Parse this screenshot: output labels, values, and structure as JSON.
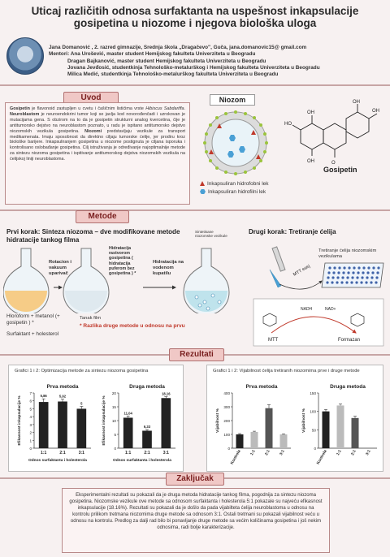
{
  "title": "Uticaj različitih odnosa surfaktanta na uspešnost inkapsulacije gosipetina u niozome i njegova biološka uloga",
  "authors": {
    "line1": "Jana Domanović , 2. razred gimnazije, Srednja škola „Dragačevo\", Guča, jana.domanovic15@ gmail.com",
    "line2": "Mentori: Ana Urošević, master student Hemijskog fakulteta Univerziteta u Beogradu",
    "line3": "Dragan Bajkanović,  master student Hemijskog fakulteta Univerziteta u Beogradu",
    "line4": "Jovana Jevđosić, studentkinja Tehnološko-metalurškog i Hemijskog fakulteta Univerziteta u Beogradu",
    "line5": "Milica Medić, studentkinja Tehnološko-metalurškog fakulteta Univerziteta u Beogradu"
  },
  "sections": {
    "uvod": "Uvod",
    "metode": "Metode",
    "rezultati": "Rezultati",
    "zakljucak": "Zaključak"
  },
  "intro": {
    "p1_a": "Gosipetin",
    "p1_b": " je flavonoid zastupljen u cvetu i čašičnim listićima vrste ",
    "p1_c": "Hibiscus Sabdariffa",
    "p1_d": ". ",
    "p1_e": "Neuroblastom",
    "p1_f": " je neuroendokrini tumor koji se javlja kod novorođenčadi i uzrokovan je mutacijama gena. S obzirom na to da je gosipetin strukturni analog kvercetina, čije je antitumorsko dejstvo na neuroblastom poznato, u radu je ispitano antitumorsko dejstvo niozomskih vezikula gosipetina. ",
    "p1_g": "Niozomi",
    "p1_h": " predstavljaju vezikule za transport medikamenata. Imaju sposobnost da direktno ciljaju tumorske ćelije, jer prodiru kroz biološke barijere. Inkapsuliranjem gosipetina u niozome postignuta je ciljana isporuka i kontrolisano oslobađanje gosipetina. Cilj istraživanja je određivanje najoptimalnije metode za sintezu niozoma gosipetina i ispitivanje antitumorskog dejstva niozomskih vezikula na ćelijskoj liniji neuroblastoma."
  },
  "niozom": {
    "label": "Niozom",
    "compound": "Gosipetin",
    "legend_lipophilic": "Inkapsuliran hidrofobni lek",
    "legend_hydrophilic": "Inkapsuliran hidrofilni lek",
    "oh": "OH",
    "o": "O",
    "ho": "HO"
  },
  "methods": {
    "step1_title": "Prvi korak: Sinteza niozoma – dve modifikovane metode hidratacije tankog filma",
    "step2_title": "Drugi korak: Tretiranje ćelija",
    "rotacion": "Rotacion i vakuum uparivač",
    "hydration_label": "Hidratacija rastvorom gosipetina ( hidratacija puferom bez gosipetina ) *",
    "water_bath": "Hidratacija na vodenom kupatilu",
    "synth": "Sintetisane niozomske vezikule",
    "chloroform": "Hloroform + metanol (+ gosipetin ) *",
    "surfactant": "Surfaktant + holesterol",
    "thin_film": "Tanak film",
    "note": "* Razlika druge metode u odnosu na prvu",
    "treated": "Tretiranje ćelija niozomskim vezikulama",
    "mtt_test": "MTT esej",
    "mtt": "MTT",
    "formazan": "Formazan",
    "nadh": "NADH",
    "nad": "NAD+"
  },
  "results": {
    "left_head": "Grafici 1 i 2: Optimizacija metode za sintezu  niozoma gosipetina",
    "right_head": "Grafici 1 i 2: Vijabilnost ćelija tretiranih niozomima prve i druge metode"
  },
  "chart_data": [
    {
      "type": "bar",
      "title": "Prva metoda",
      "categories": [
        "1:1",
        "2:1",
        "3:1"
      ],
      "values": [
        5.86,
        5.92,
        5.0
      ],
      "value_labels": [
        "5,86",
        "5,92",
        "5"
      ],
      "errors": [
        0.4,
        0.3,
        0.3
      ],
      "xlabel": "Odnos surfaktanta i holesterola",
      "ylabel": "Efikasnost inkapsulacije %",
      "ylim": [
        0,
        7
      ],
      "yticks": [
        0,
        1,
        2,
        3,
        4,
        5,
        6,
        7
      ],
      "color": "#222222"
    },
    {
      "type": "bar",
      "title": "Druga metoda",
      "categories": [
        "1:1",
        "2:1",
        "3:1"
      ],
      "values": [
        11.04,
        6.33,
        18.16
      ],
      "value_labels": [
        "11,04",
        "6,33",
        "18,16"
      ],
      "errors": [
        0.6,
        0.4,
        0.5
      ],
      "xlabel": "Odnos surfaktanta i holesterola",
      "ylabel": "Efikasnost inkapsulacije %",
      "ylim": [
        0,
        20
      ],
      "yticks": [
        0,
        5,
        10,
        15,
        20
      ],
      "color": "#222222"
    },
    {
      "type": "bar",
      "title": "Prva metoda",
      "categories": [
        "Kontrola",
        "1:1",
        "2:1",
        "3:1"
      ],
      "values": [
        100,
        118,
        290,
        100
      ],
      "errors": [
        6,
        5,
        25,
        4
      ],
      "colors": [
        "#222222",
        "#bbbbbb",
        "#555555",
        "#bbbbbb"
      ],
      "ylabel": "Vijabilnost %",
      "ylim": [
        0,
        400
      ],
      "yticks": [
        0,
        100,
        200,
        300,
        400
      ]
    },
    {
      "type": "bar",
      "title": "Druga metoda",
      "categories": [
        "Kontrola",
        "1:1",
        "2:1",
        "3:1"
      ],
      "values": [
        100,
        116,
        82,
        0
      ],
      "errors": [
        5,
        4,
        5,
        0
      ],
      "colors": [
        "#222222",
        "#bbbbbb",
        "#555555",
        "#bbbbbb"
      ],
      "ylabel": "Vijabilnost %",
      "ylim": [
        0,
        150
      ],
      "yticks": [
        0,
        50,
        100,
        150
      ]
    }
  ],
  "conclusion": "Eksperimentalni rezultati su pokazali da je druga metoda hidratacije tankog filma, pogodnija za sintezu niozoma gosipetina. Niozomske vezikule ove metode sa odnosom surfaktanta i holesterola 5:1 pokazale su najveću efikasnost inkapsulacije (18.16%). Rezultati su pokazali da je došlo da pada vijabilteta ćelija neuroblastoma u odnosu na kontrolu prilikom tretmana niozomima druge metode sa odnosom 3:1. Ostali tretmani su pokazali vijabilnost veću u odnosu na kontrolu. Predlog za dalji rad bilo bi ponavljanje druge metode sa većim količinama gosipetina i još nekim odnosima, radi bolje karakterizacije."
}
